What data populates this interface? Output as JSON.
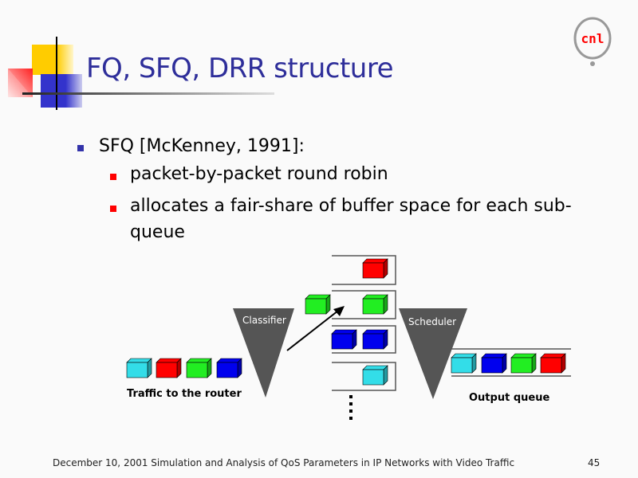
{
  "title": "FQ, SFQ, DRR structure",
  "bullets": [
    {
      "text": "SFQ [McKenney, 1991]:",
      "children": [
        {
          "text": "packet-by-packet round robin"
        },
        {
          "text": "allocates a fair-share of buffer space for each sub-"
        },
        {
          "text": "queue"
        }
      ]
    }
  ],
  "diagram": {
    "classifier_label": "Classifier",
    "scheduler_label": "Scheduler",
    "traffic_label": "Traffic to the router",
    "output_label": "Output queue",
    "colors": {
      "cyan": "#33dde8",
      "red": "#ff0000",
      "green": "#22ee22",
      "blue": "#0000ee",
      "triangle": "#555555"
    }
  },
  "footer": {
    "text": "December 10, 2001 Simulation and Analysis of QoS Parameters in IP Networks with Video Traffic",
    "page": "45"
  },
  "logo": {
    "text": "cnl"
  }
}
